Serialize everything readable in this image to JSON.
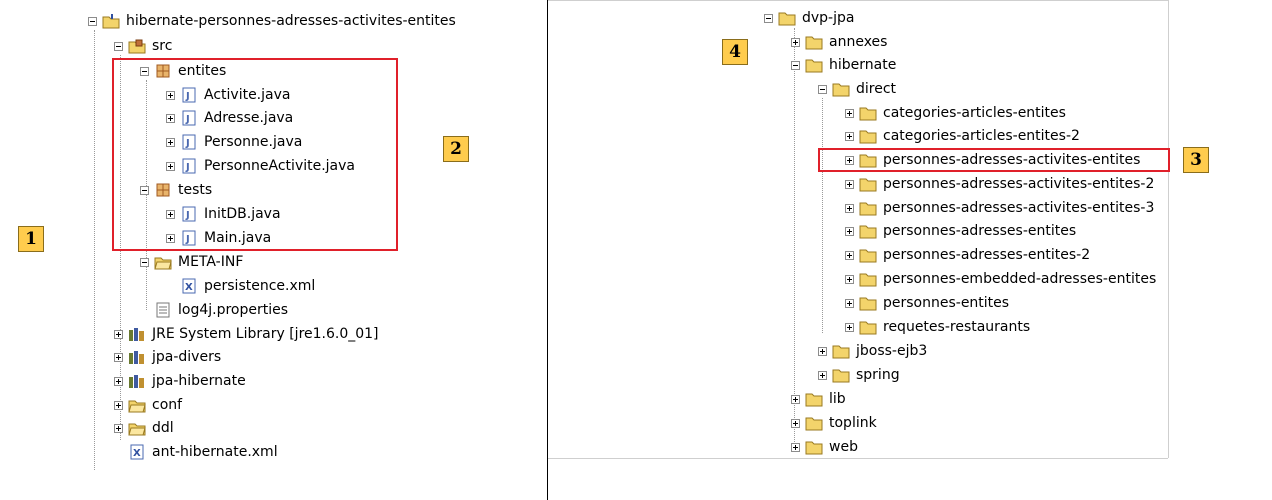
{
  "left_tree": {
    "project": "hibernate-personnes-adresses-activites-entites",
    "src": "src",
    "entites_pkg": "entites",
    "entites_files": [
      "Activite.java",
      "Adresse.java",
      "Personne.java",
      "PersonneActivite.java"
    ],
    "tests_pkg": "tests",
    "tests_files": [
      "InitDB.java",
      "Main.java"
    ],
    "meta_inf": "META-INF",
    "persistence": "persistence.xml",
    "log4j": "log4j.properties",
    "libraries": [
      "JRE System Library [jre1.6.0_01]",
      "jpa-divers",
      "jpa-hibernate"
    ],
    "folders": [
      "conf",
      "ddl"
    ],
    "ant_file": "ant-hibernate.xml"
  },
  "right_tree": {
    "root": "dvp-jpa",
    "annexes": "annexes",
    "hibernate": "hibernate",
    "direct": "direct",
    "direct_items": [
      "categories-articles-entites",
      "categories-articles-entites-2",
      "personnes-adresses-activites-entites",
      "personnes-adresses-activites-entites-2",
      "personnes-adresses-activites-entites-3",
      "personnes-adresses-entites",
      "personnes-adresses-entites-2",
      "personnes-embedded-adresses-entites",
      "personnes-entites",
      "requetes-restaurants"
    ],
    "hibernate_siblings": [
      "jboss-ejb3",
      "spring"
    ],
    "root_siblings": [
      "lib",
      "toplink",
      "web"
    ]
  },
  "badges": [
    "1",
    "2",
    "3",
    "4"
  ],
  "colors": {
    "highlight_border": "#e0202a",
    "badge_fill": "#ffcc4d",
    "folder": "#f3d46b",
    "java_icon": "#4a68b0"
  },
  "icons": {
    "expander": "plus-minus-box",
    "project": "project-folder-icon",
    "source": "source-folder-icon",
    "package": "package-icon",
    "java": "java-file-icon",
    "xml": "xml-file-icon",
    "properties": "properties-file-icon",
    "library": "library-icon",
    "folder": "folder-icon"
  }
}
